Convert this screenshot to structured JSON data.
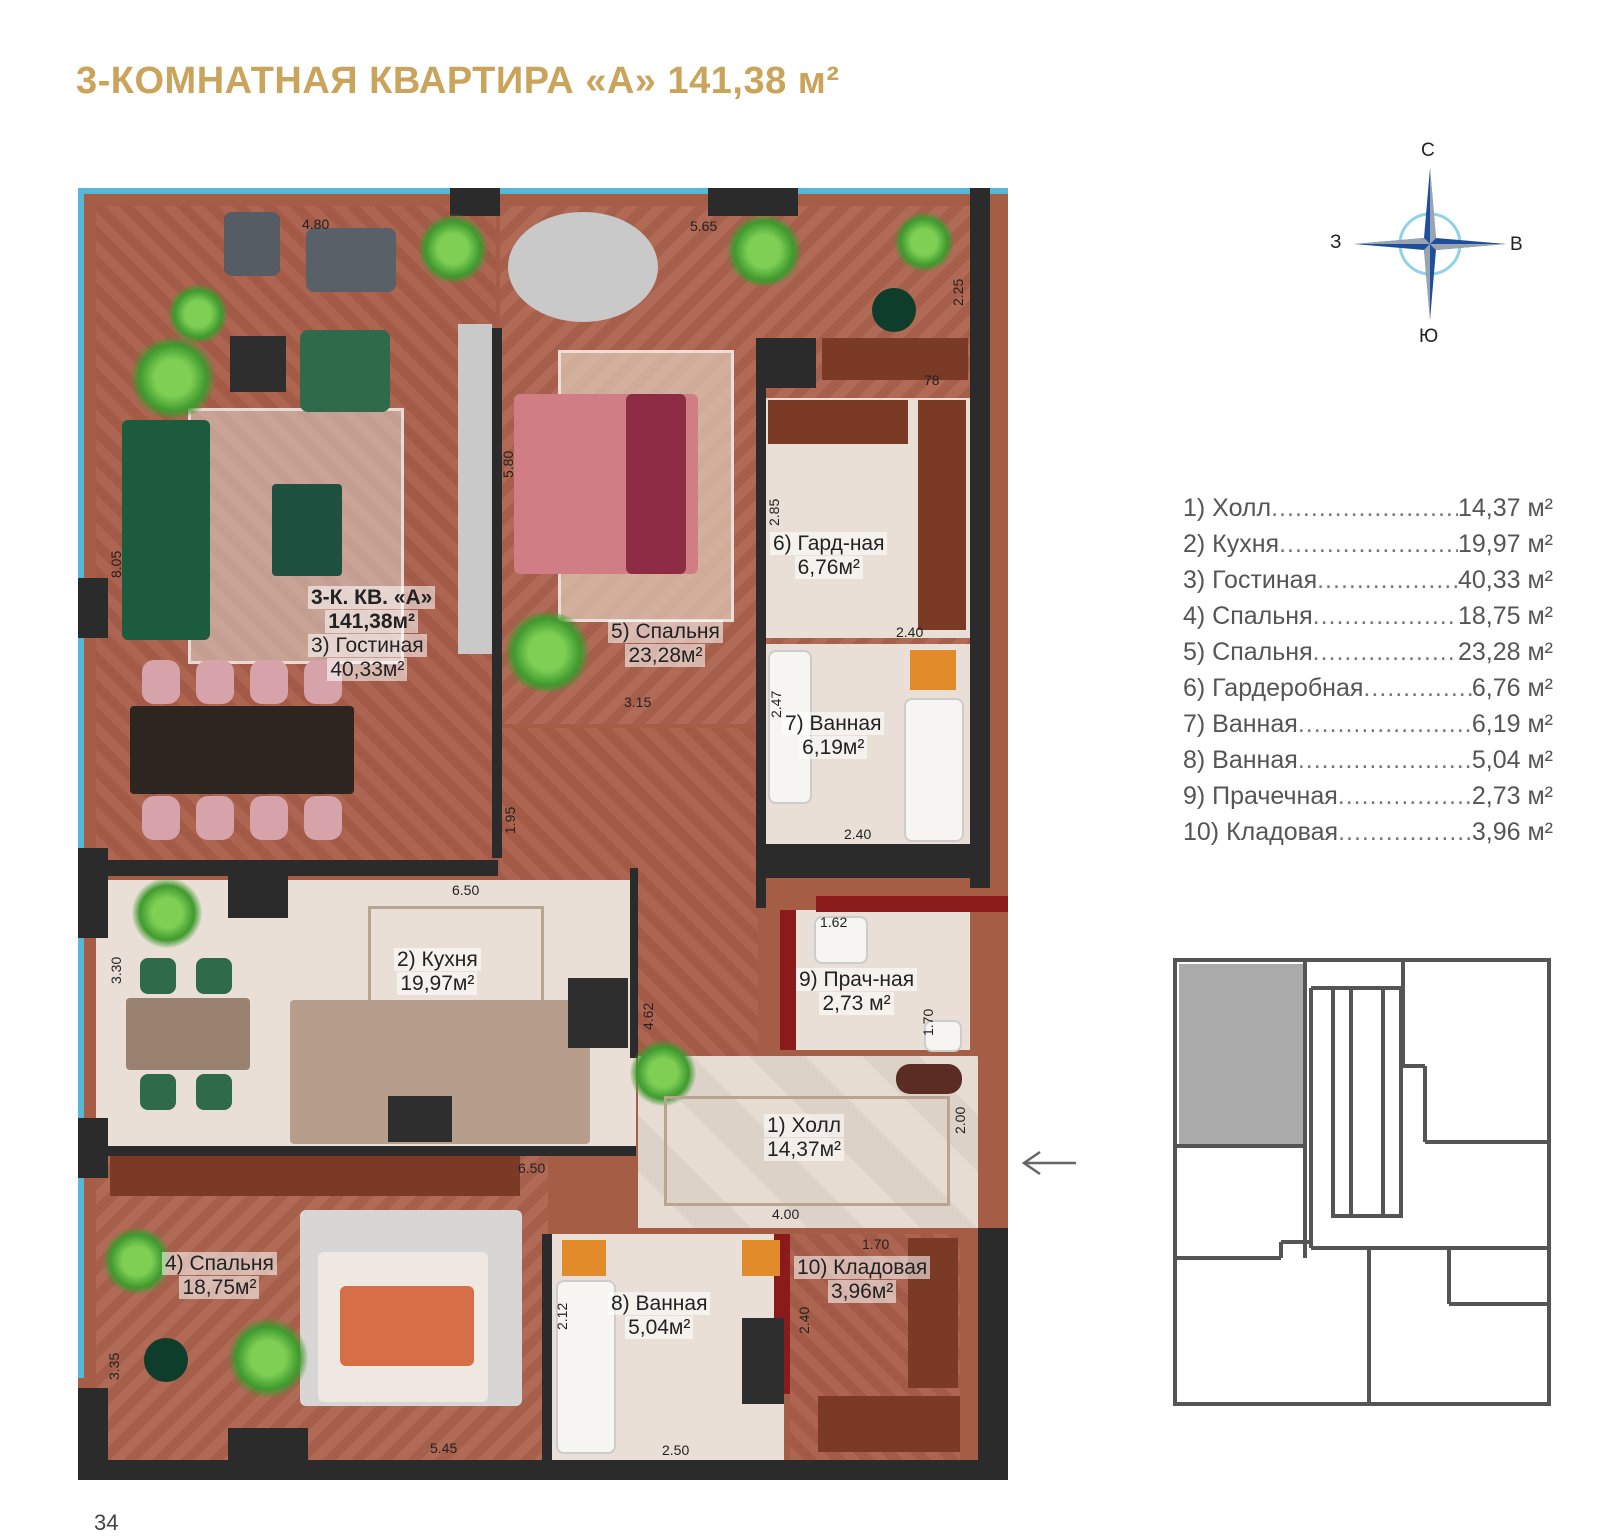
{
  "title": "3-КОМНАТНАЯ КВАРТИРА «А» 141,38 м²",
  "page_number": "34",
  "compass": {
    "north": "С",
    "south": "Ю",
    "west": "З",
    "east": "В"
  },
  "apartment_label": {
    "line1": "3-К. КВ. «А»",
    "line2": "141,38м²"
  },
  "rooms": [
    {
      "name": "1) Холл",
      "area": "14,37м²"
    },
    {
      "name": "2) Кухня",
      "area": "19,97м²"
    },
    {
      "name": "3) Гостиная",
      "area": "40,33м²"
    },
    {
      "name": "4) Спальня",
      "area": "18,75м²"
    },
    {
      "name": "5) Спальня",
      "area": "23,28м²"
    },
    {
      "name": "6) Гард-ная",
      "area": "6,76м²"
    },
    {
      "name": "7) Ванная",
      "area": "6,19м²"
    },
    {
      "name": "8) Ванная",
      "area": "5,04м²"
    },
    {
      "name": "9) Прач-ная",
      "area": "2,73 м²"
    },
    {
      "name": "10) Кладовая",
      "area": "3,96м²"
    }
  ],
  "legend": [
    {
      "name": "1) Холл",
      "area": "14,37 м²"
    },
    {
      "name": "2) Кухня",
      "area": "19,97 м²"
    },
    {
      "name": "3) Гостиная",
      "area": "40,33 м²"
    },
    {
      "name": "4) Спальня",
      "area": "18,75 м²"
    },
    {
      "name": "5) Спальня",
      "area": "23,28 м²"
    },
    {
      "name": "6) Гардеробная",
      "area": "6,76 м²"
    },
    {
      "name": "7) Ванная",
      "area": "6,19 м²"
    },
    {
      "name": "8) Ванная",
      "area": "5,04 м²"
    },
    {
      "name": "9) Прачечная",
      "area": "2,73 м²"
    },
    {
      "name": "10) Кладовая",
      "area": "3,96 м²"
    }
  ],
  "dimensions": {
    "living_top": "4.80",
    "bedroom5_top": "5.65",
    "balcony_side": "2.25",
    "living_left": "8.05",
    "bedroom5_side": "5.80",
    "wardrobe_side": "2.85",
    "wardrobe_bottom": "2.40",
    "bedroom5_bottom": "3.15",
    "bath7_side": "2.47",
    "bath7_bottom": "2.40",
    "corridor_side": "1.95",
    "kitchen_top": "6.50",
    "kitchen_left": "3.30",
    "kitchen_right": "4.62",
    "laundry_top": "1.62",
    "laundry_side": "1.70",
    "hall_side": "2.00",
    "bedroom4_top": "6.50",
    "hall_bottom": "4.00",
    "storage_top": "1.70",
    "bath8_side": "2.12",
    "storage_side": "2.40",
    "bedroom4_left": "3.35",
    "bedroom4_bottom": "5.45",
    "bath8_bottom": "2.50",
    "balcony_bottom": "78"
  },
  "colors": {
    "title": "#c9a45a",
    "floor_wood": "#a65d45",
    "tile": "#e9dfd6",
    "wall": "#2b2b2b",
    "window": "#56b8d6",
    "accent_red": "#8b1a1a",
    "compass_blue": "#1e4f9c"
  }
}
